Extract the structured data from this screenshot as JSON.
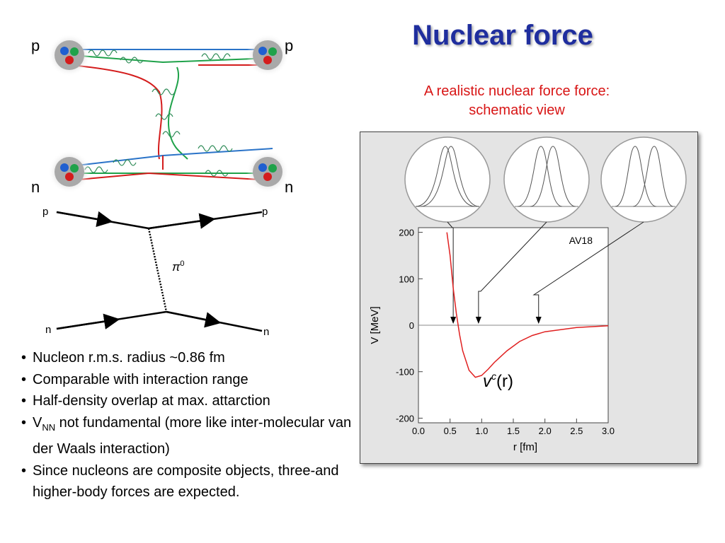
{
  "slide": {
    "title": "Nuclear force",
    "subtitle_line1": "A realistic nuclear force force:",
    "subtitle_line2": "schematic view"
  },
  "quark_diagram": {
    "label_top_left": "p",
    "label_top_right": "p",
    "label_bottom_left": "n",
    "label_bottom_right": "n"
  },
  "feynman_diagram": {
    "label_top_left": "p",
    "label_top_right": "p",
    "label_bottom_left": "n",
    "label_bottom_right": "n",
    "exchange_symbol": "π",
    "exchange_superscript": "0"
  },
  "bullets": {
    "b1": "Nucleon r.m.s. radius ~0.86 fm",
    "b2": "Comparable with interaction range",
    "b3": "Half-density overlap at max. attarction",
    "b4_v": "V",
    "b4_sub": "NN",
    "b4_rest": " not fundamental (more like inter-molecular van der Waals interaction)",
    "b5": "Since nucleons are composite objects, three-and higher-body forces are expected."
  },
  "chart_data": {
    "type": "line",
    "x": [
      0.0,
      0.45,
      0.5,
      0.55,
      0.6,
      0.65,
      0.7,
      0.8,
      0.9,
      1.0,
      1.1,
      1.2,
      1.4,
      1.6,
      1.8,
      2.0,
      2.5,
      3.0
    ],
    "series": [
      {
        "name": "",
        "values": [
          null,
          200,
          150,
          80,
          25,
          -20,
          -55,
          -97,
          -112,
          -108,
          -95,
          -80,
          -55,
          -35,
          -22,
          -14,
          -5,
          -1
        ]
      }
    ],
    "xlabel": "r [fm]",
    "ylabel": "V [MeV]",
    "xlim": [
      0.0,
      3.0
    ],
    "ylim": [
      -210,
      210
    ],
    "xticks": [
      "0.0",
      "0.5",
      "1.0",
      "1.5",
      "2.0",
      "2.5",
      "3.0"
    ],
    "yticks": [
      "200",
      "100",
      "0",
      "-100",
      "-200"
    ],
    "annotation_model": "AV18",
    "curve_label": "v",
    "curve_label_sup": "c",
    "curve_label_arg": "(r)",
    "overlap_arrows_x": [
      0.55,
      0.95,
      1.9
    ],
    "line_color": "#e02020"
  }
}
